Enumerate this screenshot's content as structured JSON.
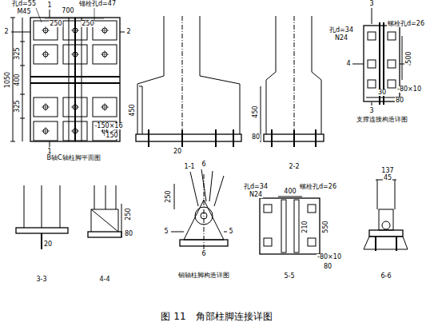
{
  "diagram": {
    "caption": "图 11　角部柱脚连接详图",
    "labels": [
      "1",
      "1",
      "2",
      "2",
      "孔d=55",
      "M45",
      "700",
      "250",
      "250",
      "锚栓孔d=47",
      "325",
      "400",
      "325",
      "1050",
      "-150×16",
      "150",
      "B轴C轴柱脚平面图",
      "450",
      "20",
      "1-1",
      "450",
      "80",
      "2-2",
      "3",
      "3",
      "4",
      "4",
      "孔d=34",
      "N24",
      "螺栓孔d=26",
      "500",
      "-80×10",
      "30",
      "80",
      "支撑连接构造详图",
      "20",
      "3-3",
      "250",
      "80",
      "4-4",
      "6",
      "6",
      "5",
      "5",
      "250",
      "销轴柱脚构造详图",
      "孔d=34",
      "N24",
      "螺栓孔d=26",
      "400",
      "210",
      "550",
      "-80×10",
      "80",
      "5-5",
      "137",
      "45",
      "6-6"
    ]
  }
}
